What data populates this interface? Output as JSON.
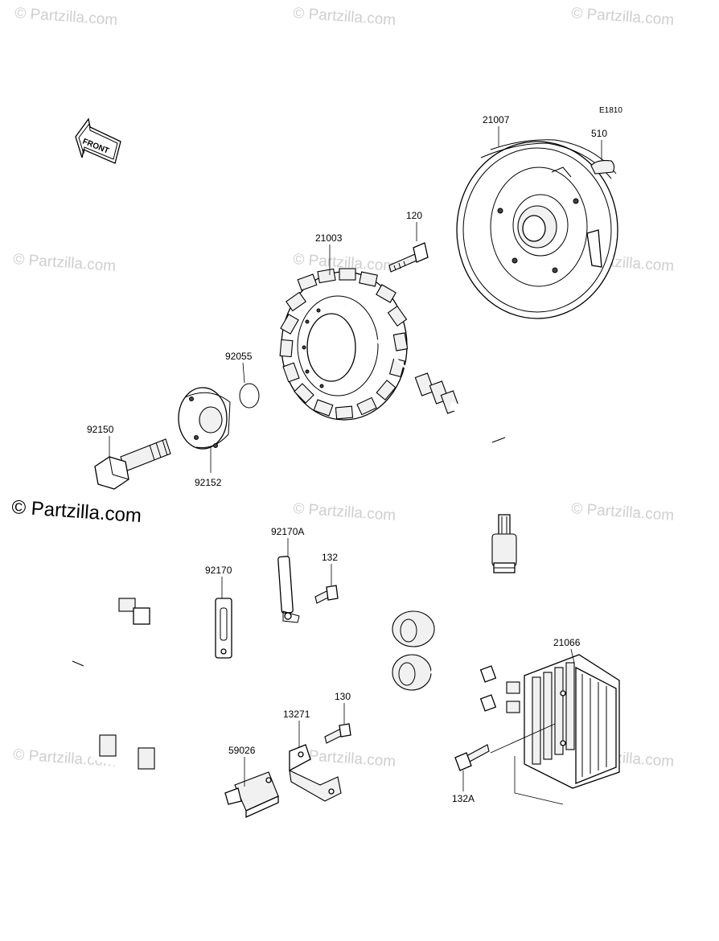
{
  "diagram_code": "E1810",
  "front_label": "FRONT",
  "watermark": {
    "main": "© Partzilla.com",
    "faint": "© Partzilla.com"
  },
  "parts": [
    {
      "id": "flywheel",
      "number": "21007"
    },
    {
      "id": "key",
      "number": "510"
    },
    {
      "id": "stator-bolt",
      "number": "120"
    },
    {
      "id": "stator",
      "number": "21003"
    },
    {
      "id": "o-ring",
      "number": "92055"
    },
    {
      "id": "hub-bolt",
      "number": "92150"
    },
    {
      "id": "hub-plate",
      "number": "92152"
    },
    {
      "id": "clamp-a",
      "number": "92170A"
    },
    {
      "id": "clamp-bolt",
      "number": "132"
    },
    {
      "id": "clamp",
      "number": "92170"
    },
    {
      "id": "regulator",
      "number": "21066"
    },
    {
      "id": "bracket-bolt",
      "number": "130"
    },
    {
      "id": "bracket",
      "number": "13271"
    },
    {
      "id": "sensor",
      "number": "59026"
    },
    {
      "id": "regulator-bolt",
      "number": "132A"
    }
  ]
}
